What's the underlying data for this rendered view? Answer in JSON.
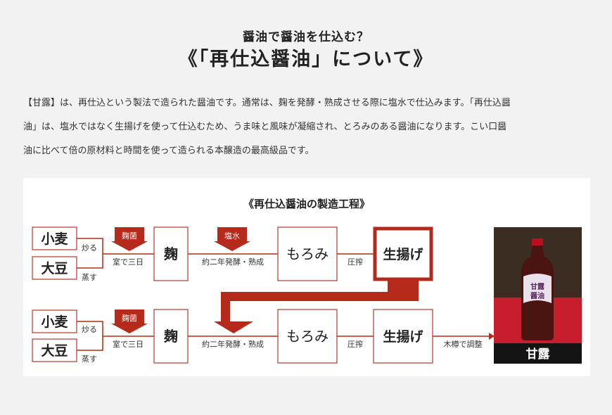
{
  "heading": {
    "subtitle": "醤油で醤油を仕込む？",
    "title": "《「再仕込醤油」について》"
  },
  "intro": {
    "lines": [
      "【甘露】は、再仕込という製法で造られた醤油です。通常は、麹を発酵・熟成させる際に塩水で仕込みます。「再仕込醤",
      "油」は、塩水ではなく生揚げを使って仕込むため、うま味と風味が凝縮され、とろみのある醤油になります。こい口醤",
      "油に比べて倍の原材料と時間を使って造られる本醸造の最高級品です。"
    ]
  },
  "diagram": {
    "title": "《再仕込醤油の製造工程》",
    "row1": {
      "wheat": "小麦",
      "roast": "炒る",
      "soybean": "大豆",
      "steam": "蒸す",
      "koji_mold": "麹菌",
      "chamber": "室で三日",
      "koji": "麹",
      "brine": "塩水",
      "ferment": "約二年発酵・熟成",
      "moromi": "もろみ",
      "press": "圧搾",
      "raw": "生揚げ"
    },
    "row2": {
      "wheat": "小麦",
      "roast": "炒る",
      "soybean": "大豆",
      "steam": "蒸す",
      "koji_mold": "麹菌",
      "chamber": "室で三日",
      "koji": "麹",
      "ferment": "約二年発酵・熟成",
      "moromi": "もろみ",
      "press": "圧搾",
      "raw": "生揚げ",
      "adjust": "木樽で調整"
    },
    "product": {
      "name": "甘露",
      "bottle_label": "甘露醤油"
    },
    "colors": {
      "accent": "#b52a1a",
      "box_border": "#b53a2a"
    }
  }
}
